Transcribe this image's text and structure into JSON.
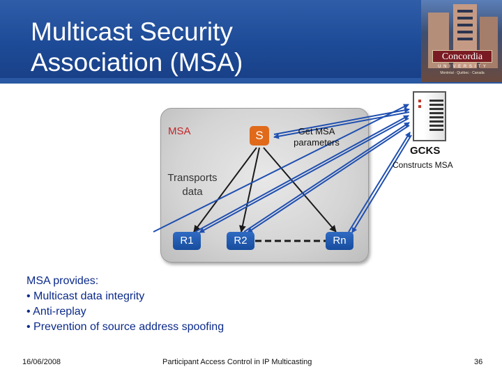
{
  "slide": {
    "title_line1": "Multicast Security",
    "title_line2": "Association (MSA)"
  },
  "logo": {
    "name": "Concordia",
    "subtitle": "U N I V E R S I T Y",
    "tagline": "Montréal · Québec · Canada"
  },
  "diagram": {
    "msa_label": "MSA",
    "source_node": "S",
    "get_msa_line1": "Get MSA",
    "get_msa_line2": "parameters",
    "gcks_label": "GCKS",
    "gcks_sublabel": "Constructs MSA",
    "transports_line1": "Transports",
    "transports_line2": "data",
    "receivers": [
      "R1",
      "R2",
      "Rn"
    ],
    "colors": {
      "node": "#1f5bb5",
      "source": "#e06a1a",
      "arrow": "#1f4fb0",
      "data_arrow": "#1a1a1a"
    },
    "icons": [
      "server-icon"
    ]
  },
  "provides": {
    "heading": "MSA provides:",
    "items": [
      "Multicast data integrity",
      "Anti-replay",
      "Prevention of source address spoofing"
    ]
  },
  "footer": {
    "date": "16/06/2008",
    "center": "Participant Access Control in IP Multicasting",
    "page": "36"
  }
}
